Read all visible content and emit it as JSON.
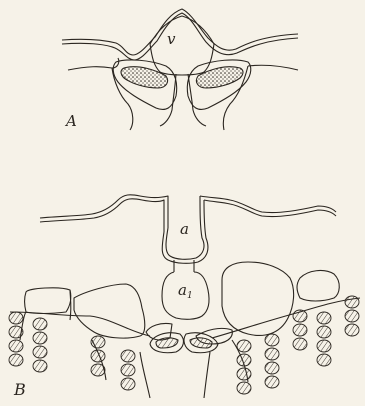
{
  "labels": {
    "fig_a_vessel": "v",
    "fig_a_caption": "A",
    "fig_b_upper": "a",
    "fig_b_lower": "a",
    "fig_b_lower_subscript": "1",
    "fig_b_caption": "B"
  },
  "colors": {
    "paper": "#f6f2e8",
    "ink": "#2b2620"
  }
}
